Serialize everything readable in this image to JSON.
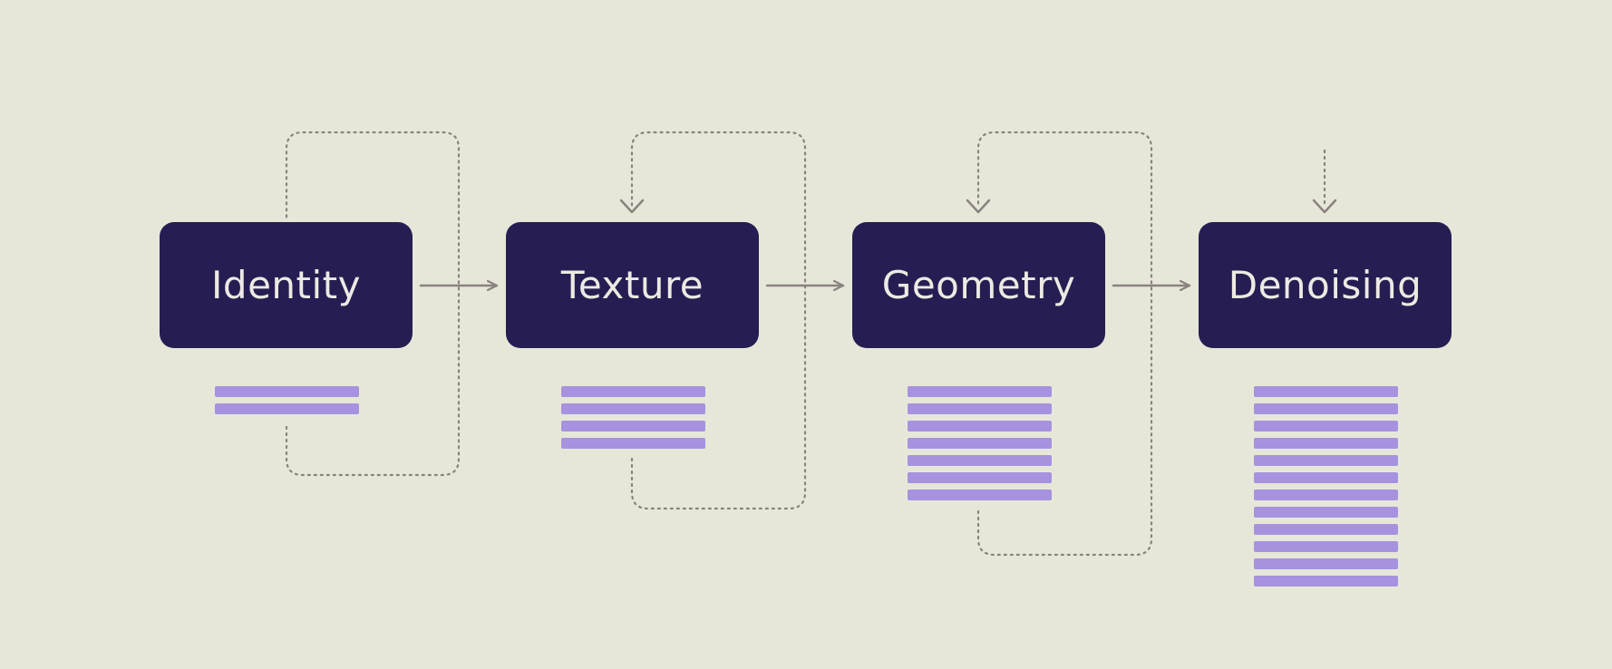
{
  "stages": [
    {
      "id": "identity",
      "label": "Identity",
      "bars": 2
    },
    {
      "id": "texture",
      "label": "Texture",
      "bars": 4
    },
    {
      "id": "geometry",
      "label": "Geometry",
      "bars": 7
    },
    {
      "id": "denoising",
      "label": "Denoising",
      "bars": 12
    }
  ],
  "colors": {
    "background": "#e7e7d9",
    "box": "#261e52",
    "label": "#eceae2",
    "bar": "#a692de",
    "arrow": "#8a827e",
    "dotted": "#8a827e"
  }
}
